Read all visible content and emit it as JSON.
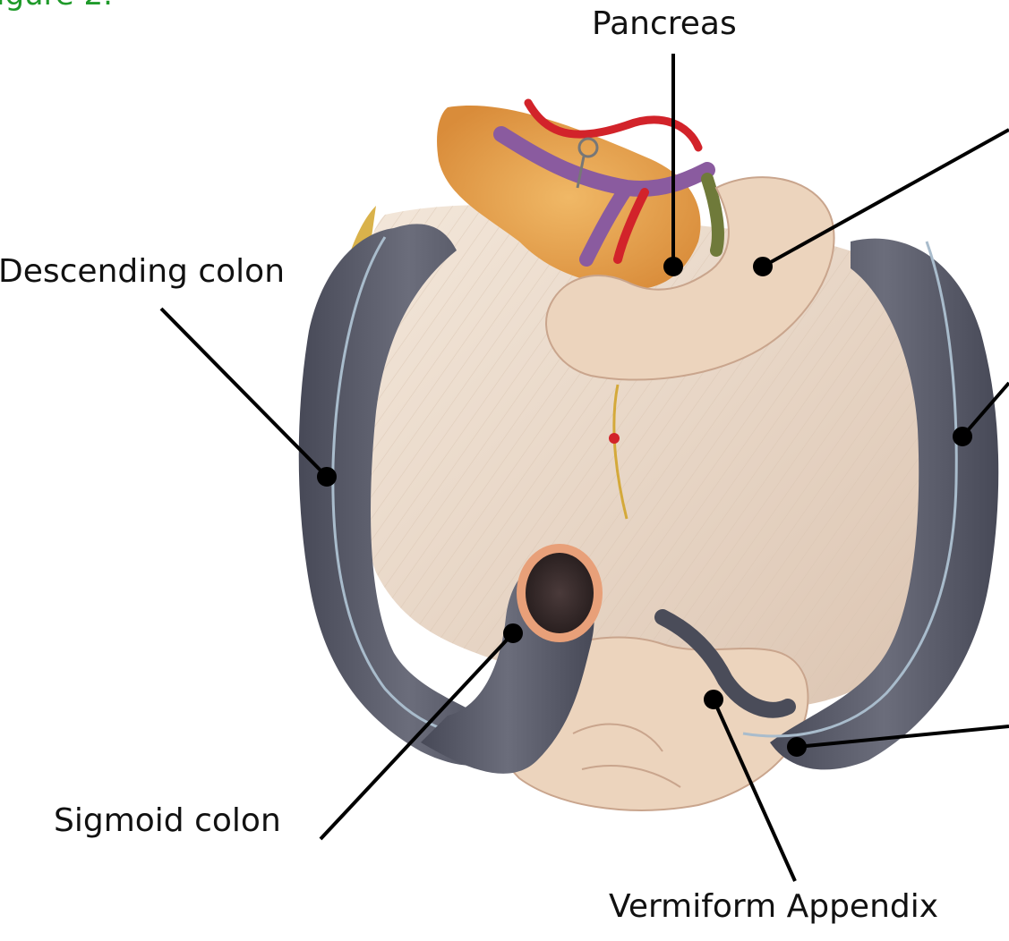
{
  "labels": {
    "pancreas": "Pancreas",
    "descending_colon": "Descending colon",
    "sigmoid_colon": "Sigmoid colon",
    "vermiform_appendix": "Vermiform Appendix"
  },
  "corner_fragment": "igure 2.",
  "colors": {
    "colon": "#5c5e6c",
    "colon_dark": "#3f414d",
    "colon_highlight": "#7c7f8e",
    "taenia": "#a9bccc",
    "mesentery": "#efe0d2",
    "mesentery_shadow": "#d8c2b0",
    "intestine": "#ecd4bd",
    "pancreas": "#e8a554",
    "artery": "#d2232a",
    "vein": "#8a5b9f",
    "fat_yellow": "#d9b24b",
    "leader_line": "#000000",
    "corner_text": "#1f9a2a"
  }
}
